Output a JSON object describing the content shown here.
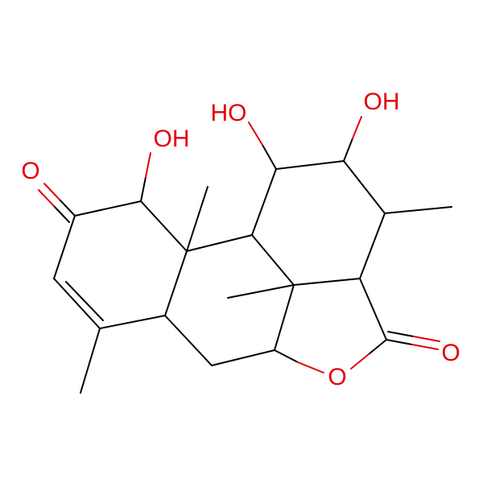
{
  "molecule": {
    "colors": {
      "carbon": "#000000",
      "oxygen": "#e3000b"
    },
    "labels": {
      "oh_top_left": "HO",
      "oh_top_right": "OH",
      "oh_left": "OH",
      "ketone_o": "O",
      "lactone_o_carbonyl": "O",
      "lactone_o_ring": "O"
    }
  }
}
